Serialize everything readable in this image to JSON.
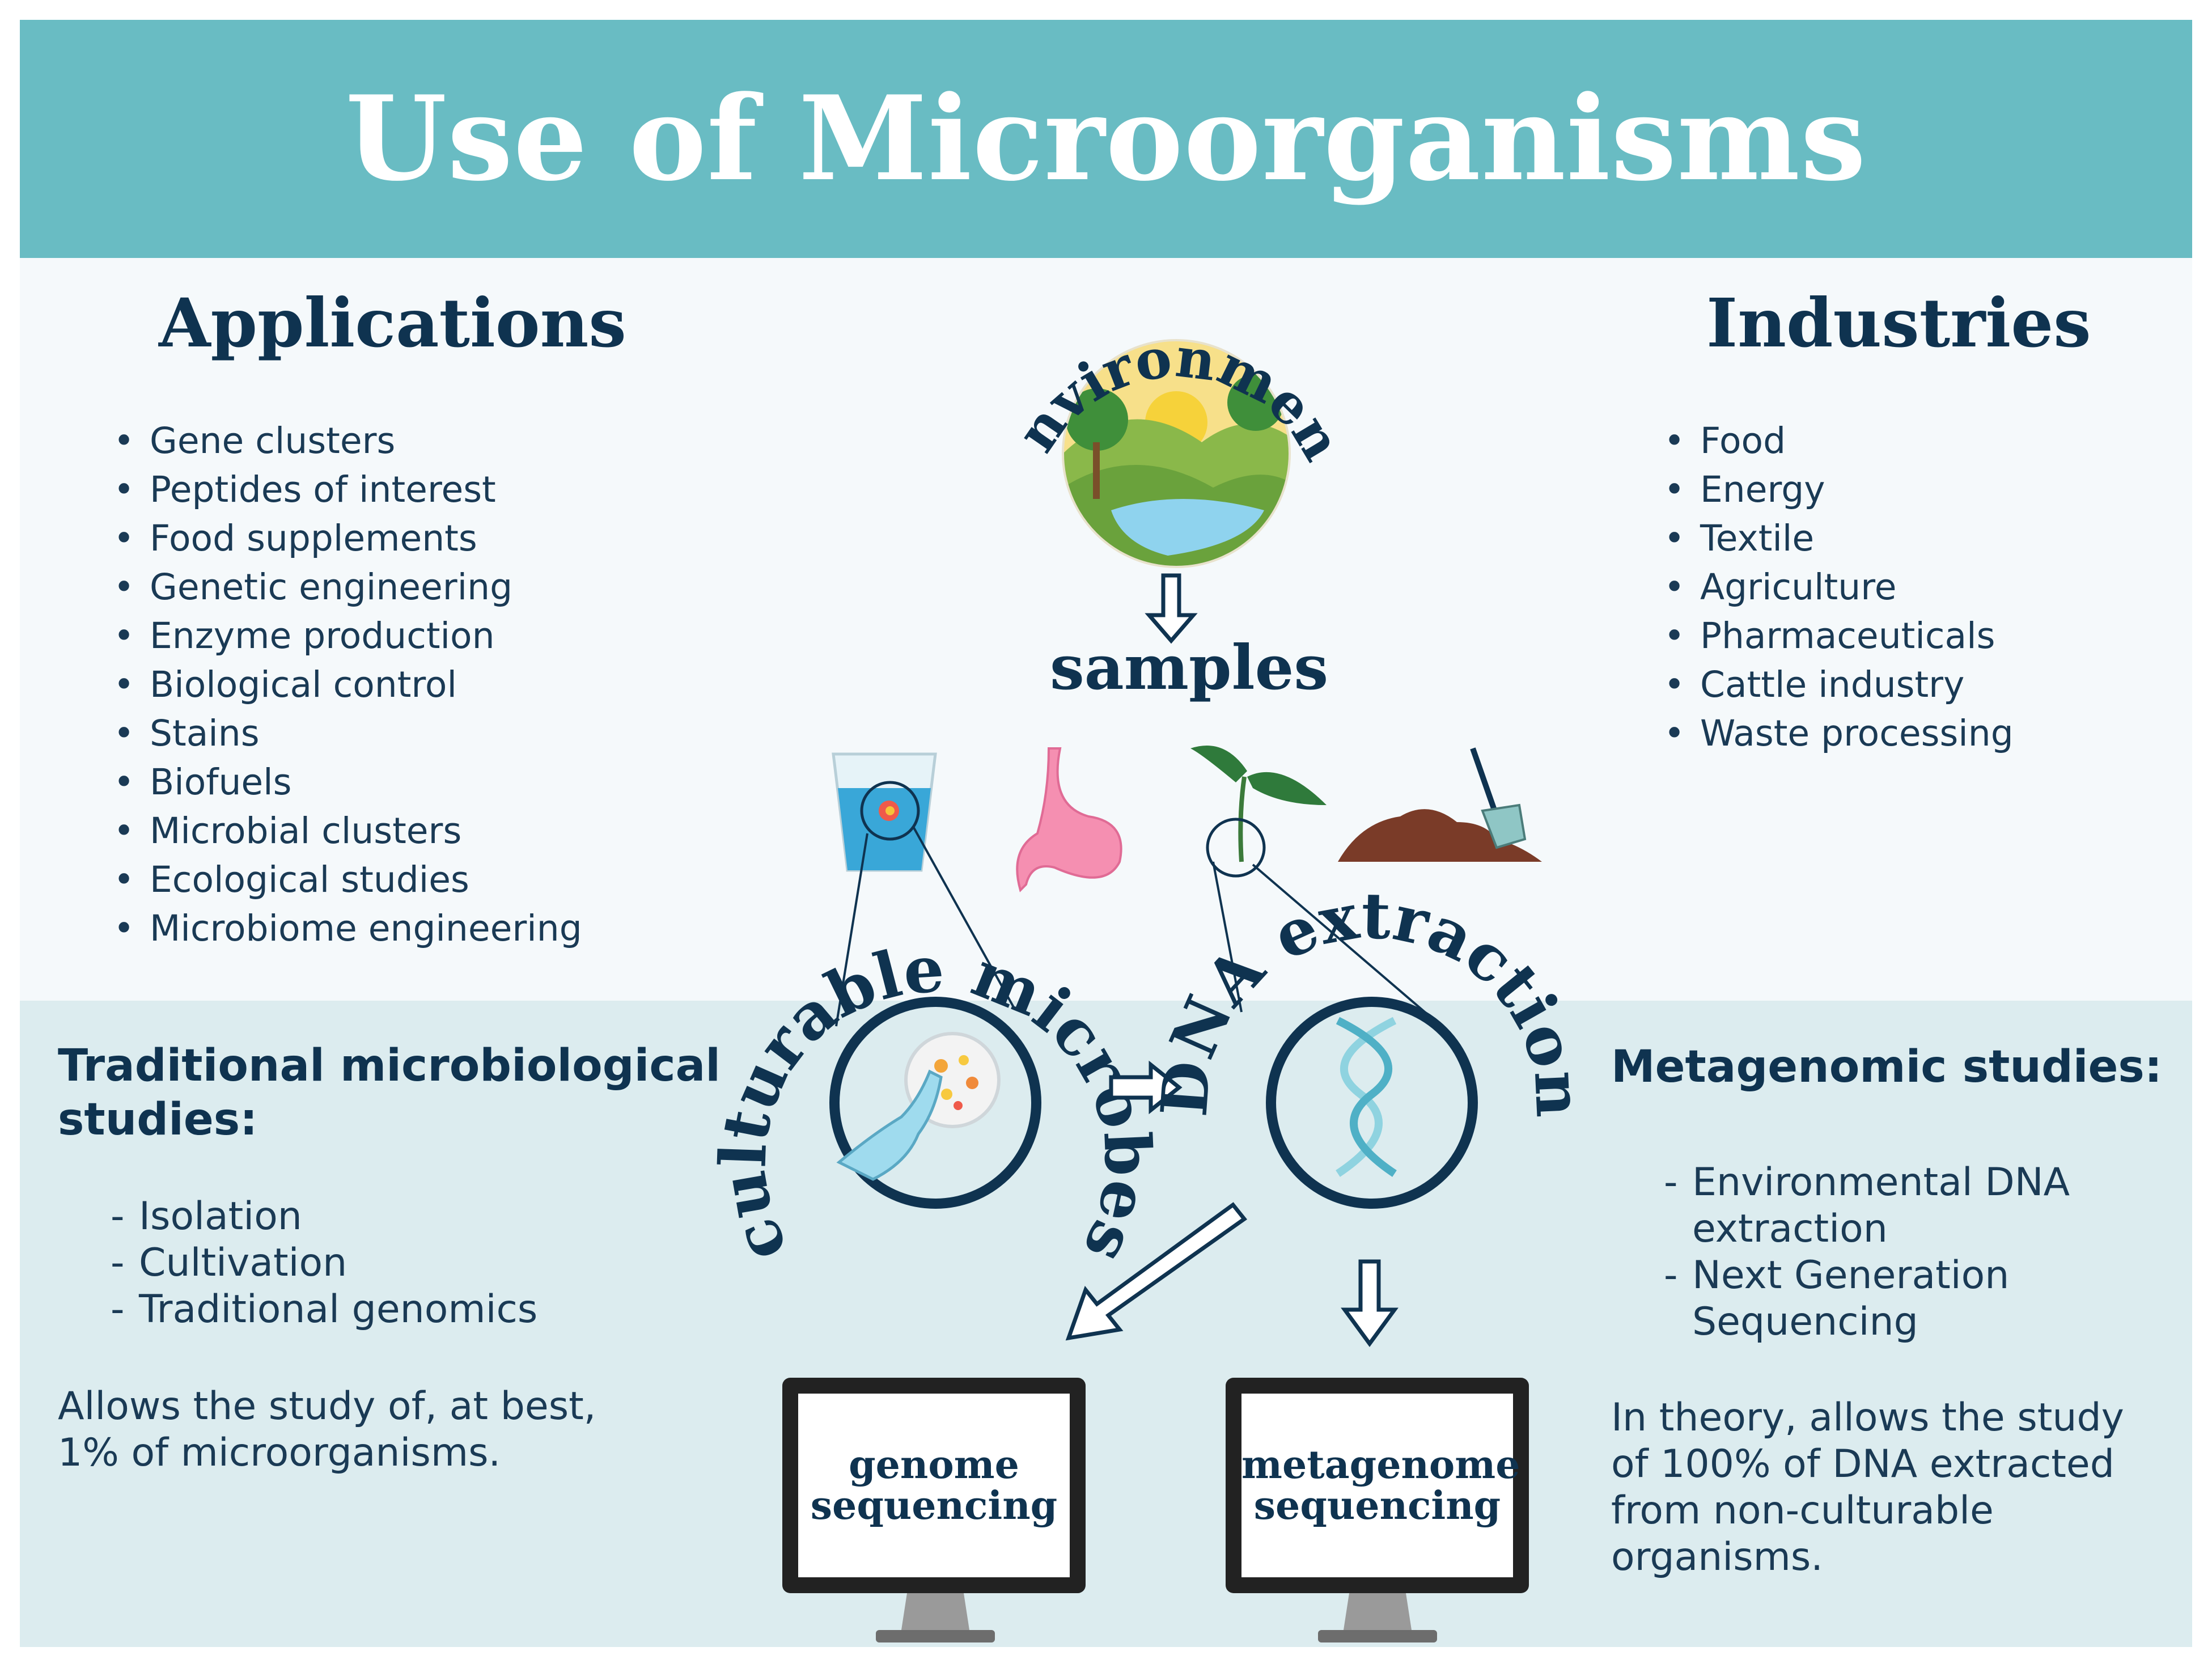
{
  "title": "Use of Microorganisms",
  "applications": {
    "heading": "Applications",
    "items": [
      "Gene clusters",
      "Peptides of interest",
      "Food supplements",
      "Genetic engineering",
      "Enzyme production",
      "Biological control",
      "Stains",
      "Biofuels",
      "Microbial clusters",
      "Ecological studies",
      "Microbiome engineering"
    ]
  },
  "industries": {
    "heading": "Industries",
    "items": [
      "Food",
      "Energy",
      "Textile",
      "Agriculture",
      "Pharmaceuticals",
      "Cattle industry",
      "Waste processing"
    ]
  },
  "flow": {
    "environment": "environment",
    "samples": "samples",
    "culturable": "culturable microbes",
    "dna": "DNA extraction",
    "genome_line1": "genome",
    "genome_line2": "sequencing",
    "metagenome_line1": "metagenome",
    "metagenome_line2": "sequencing"
  },
  "traditional": {
    "heading_line1": "Traditional microbiological",
    "heading_line2": "studies:",
    "items": [
      "Isolation",
      "Cultivation",
      "Traditional genomics"
    ],
    "note_line1": "Allows the study of, at best,",
    "note_line2": "1% of microorganisms."
  },
  "metagenomic": {
    "heading": "Metagenomic studies:",
    "item1_line1": "Environmental DNA",
    "item1_line2": "extraction",
    "item2_line1": "Next Generation",
    "item2_line2": "Sequencing",
    "note_line1": "In theory, allows the study",
    "note_line2": "of 100% of DNA extracted",
    "note_line3": "from non-culturable",
    "note_line4": "organisms."
  },
  "colors": {
    "header": "#69bcc3",
    "navy": "#0f3350",
    "top_panel": "#f5f9fb",
    "bottom_panel": "#dcecef"
  }
}
